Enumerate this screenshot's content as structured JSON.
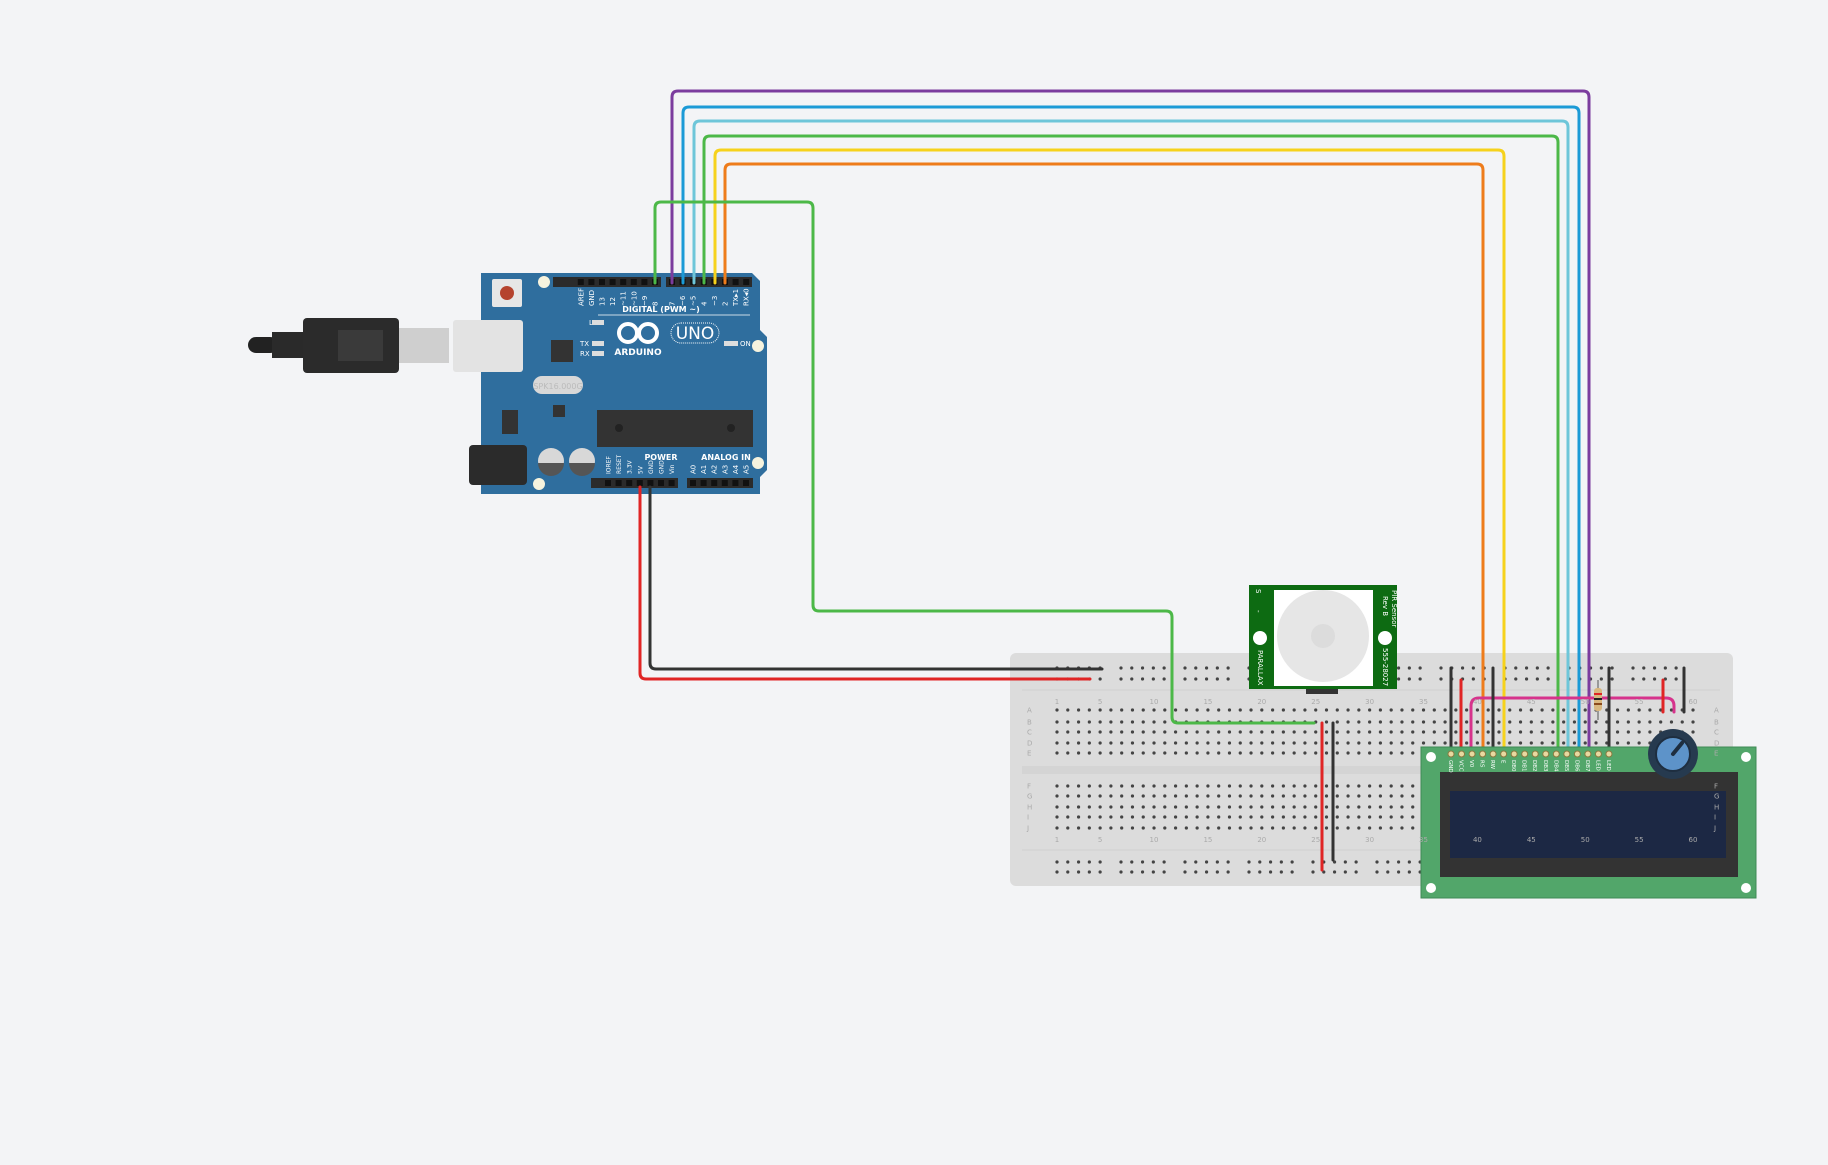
{
  "canvas": {
    "background": "#f3f4f6"
  },
  "arduino": {
    "logo_text": "ARDUINO",
    "model": "UNO",
    "digital_title": "DIGITAL (PWM ~)",
    "digital_pins": [
      "AREF",
      "GND",
      "13",
      "12",
      "~11",
      "~10",
      "~9",
      "8",
      "7",
      "~6",
      "~5",
      "4",
      "~3",
      "2",
      "TX▸1",
      "RX◂0"
    ],
    "led_labels": {
      "l": "L",
      "tx": "TX",
      "rx": "RX",
      "on": "ON"
    },
    "crystal": "SPK16.000G",
    "power_title": "POWER",
    "analog_title": "ANALOG IN",
    "power_pins": [
      "IOREF",
      "RESET",
      "3.3V",
      "5V",
      "GND",
      "GND",
      "Vin"
    ],
    "analog_pins": [
      "A0",
      "A1",
      "A2",
      "A3",
      "A4",
      "A5"
    ],
    "board_color": "#2f6e9e"
  },
  "pir": {
    "title": "PIR Sensor",
    "rev": "Rev B",
    "part": "555-28027",
    "brand": "PARALLAX",
    "pins": [
      "S",
      "+",
      "-"
    ],
    "board_color": "#0d6b12"
  },
  "lcd": {
    "pins": [
      "GND",
      "VCC",
      "V0",
      "RS",
      "RW",
      "E",
      "DB0",
      "DB1",
      "DB2",
      "DB3",
      "DB4",
      "DB5",
      "DB6",
      "DB7",
      "LED",
      "LED"
    ],
    "board_color": "#52a66a",
    "screen_color": "#1c2844"
  },
  "breadboard": {
    "column_numbers": [
      "1",
      "5",
      "10",
      "15",
      "20",
      "25",
      "30",
      "35",
      "40",
      "45",
      "50",
      "55",
      "60"
    ],
    "rows_top": [
      "A",
      "B",
      "C",
      "D",
      "E"
    ],
    "rows_bottom": [
      "F",
      "G",
      "H",
      "I",
      "J"
    ]
  },
  "wires": {
    "colors": {
      "purple": "#7b3c9e",
      "blue": "#1b9ad6",
      "light_blue": "#6ec6d9",
      "green": "#4cb848",
      "yellow": "#f6d21c",
      "orange": "#ee7c1b",
      "red": "#e02525",
      "black": "#333333",
      "magenta": "#d6338c"
    }
  }
}
